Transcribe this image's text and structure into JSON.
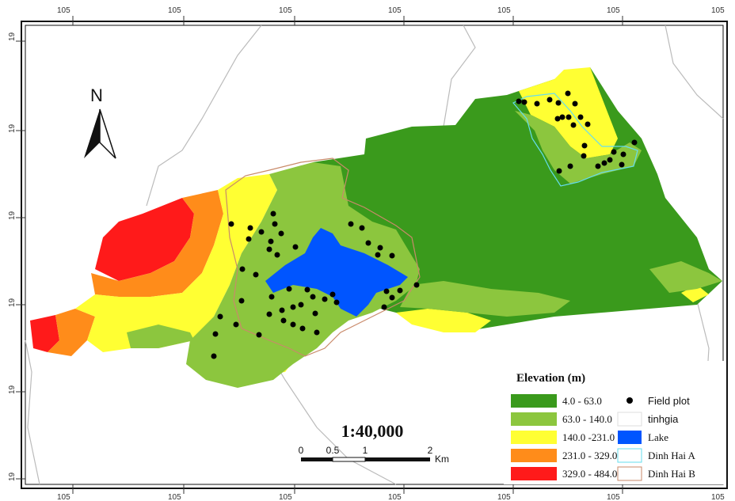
{
  "map": {
    "scale_ratio": "1:40,000",
    "north_label": "N",
    "lon_ticks": [
      "105",
      "105",
      "105",
      "105",
      "105",
      "105",
      "105"
    ],
    "lat_ticks": [
      "19",
      "19",
      "19",
      "19",
      "19",
      "19"
    ],
    "scale_bar": {
      "labels": [
        "0",
        "0.5",
        "1",
        "2"
      ],
      "unit": "Km"
    }
  },
  "legend": {
    "title": "Elevation (m)",
    "elevation_classes": [
      {
        "label": "4.0 - 63.0",
        "color": "#3a9a1c"
      },
      {
        "label": "63.0 - 140.0",
        "color": "#8cc63e"
      },
      {
        "label": "140.0 -231.0",
        "color": "#ffff33"
      },
      {
        "label": "231.0 - 329.0",
        "color": "#ff8c1a"
      },
      {
        "label": "329.0 - 484.0",
        "color": "#ff1a1a"
      }
    ],
    "symbols": [
      {
        "label": "Field plot",
        "type": "dot",
        "color": "#000000"
      },
      {
        "label": "tinhgia",
        "type": "box",
        "color": "#dddddd"
      },
      {
        "label": "Lake",
        "type": "fill",
        "color": "#0055ff"
      },
      {
        "label": "Dinh Hai A",
        "type": "box",
        "color": "#66ddee"
      },
      {
        "label": "Dinh Hai B",
        "type": "box",
        "color": "#c98a6a"
      }
    ]
  }
}
